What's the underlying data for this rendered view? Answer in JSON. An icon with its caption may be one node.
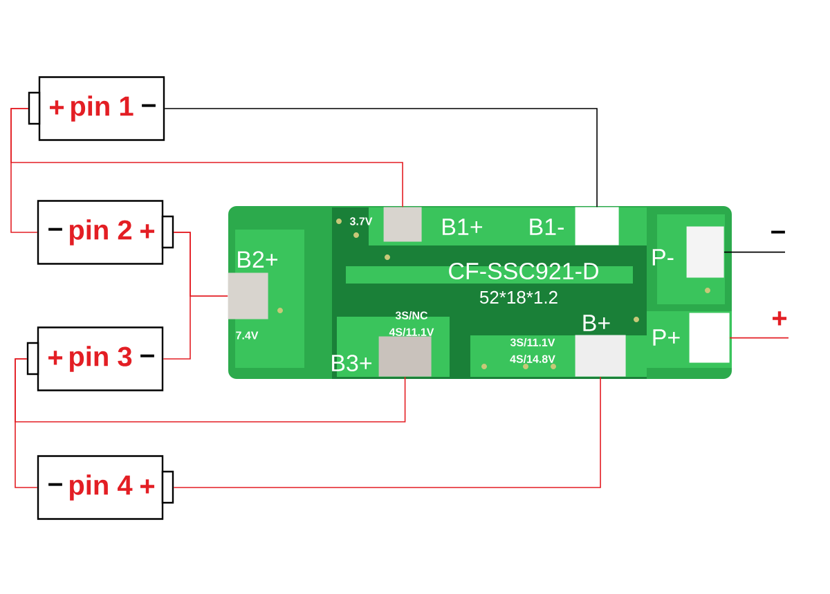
{
  "diagram": {
    "nodes": [
      {
        "text": [
          "+",
          "pin 1",
          "–"
        ]
      },
      {
        "text": [
          "–",
          "pin 2",
          "+"
        ]
      },
      {
        "text": [
          "+",
          "pin 3",
          "–"
        ]
      },
      {
        "text": [
          "–",
          "pin 4",
          "+"
        ]
      },
      {
        "text": [],
        "shape": "picture"
      },
      {
        "text": [],
        "shape": "box",
        "in": 4,
        "beside": [
          "3.7V",
          "B1+"
        ]
      },
      {
        "text": [],
        "shape": "box",
        "in": 4,
        "beside": [
          "B1-"
        ]
      },
      {
        "text": [],
        "shape": "box",
        "in": 4,
        "beside": [
          "P-"
        ]
      },
      {
        "text": [],
        "shape": "box",
        "in": 4,
        "beside": [
          "B2+",
          "7.4V"
        ]
      },
      {
        "text": [],
        "shape": "box",
        "in": 4,
        "beside": [
          "3S/NC 4S/11.1V",
          "B3+"
        ]
      },
      {
        "text": [],
        "shape": "box",
        "in": 4,
        "beside": [
          "B+",
          "3S/11.1V 4S/14.8V"
        ]
      },
      {
        "text": [],
        "shape": "box",
        "in": 4,
        "beside": [
          "P+"
        ]
      }
    ],
    "edges": [
      {
        "from": 0,
        "to": 6,
        "arrow": "none",
        "color": "#000000"
      },
      {
        "from": 0,
        "to": 5,
        "arrow": "none"
      },
      {
        "from": 0,
        "to": 1,
        "arrow": "none"
      },
      {
        "from": 1,
        "to": 2,
        "arrow": "none"
      },
      {
        "from": 1,
        "to": 8,
        "arrow": "none"
      },
      {
        "from": 2,
        "to": 9,
        "arrow": "none"
      },
      {
        "from": 2,
        "to": 3,
        "arrow": "none"
      },
      {
        "from": 3,
        "to": 10,
        "arrow": "none"
      },
      {
        "from": 7,
        "to": null,
        "arrow": "none",
        "color": "#000000"
      },
      {
        "from": 11,
        "to": null,
        "arrow": "none"
      }
    ],
    "labels": [
      "–",
      "CF-SSC921-D",
      "52*18*1.2",
      "+"
    ]
  }
}
